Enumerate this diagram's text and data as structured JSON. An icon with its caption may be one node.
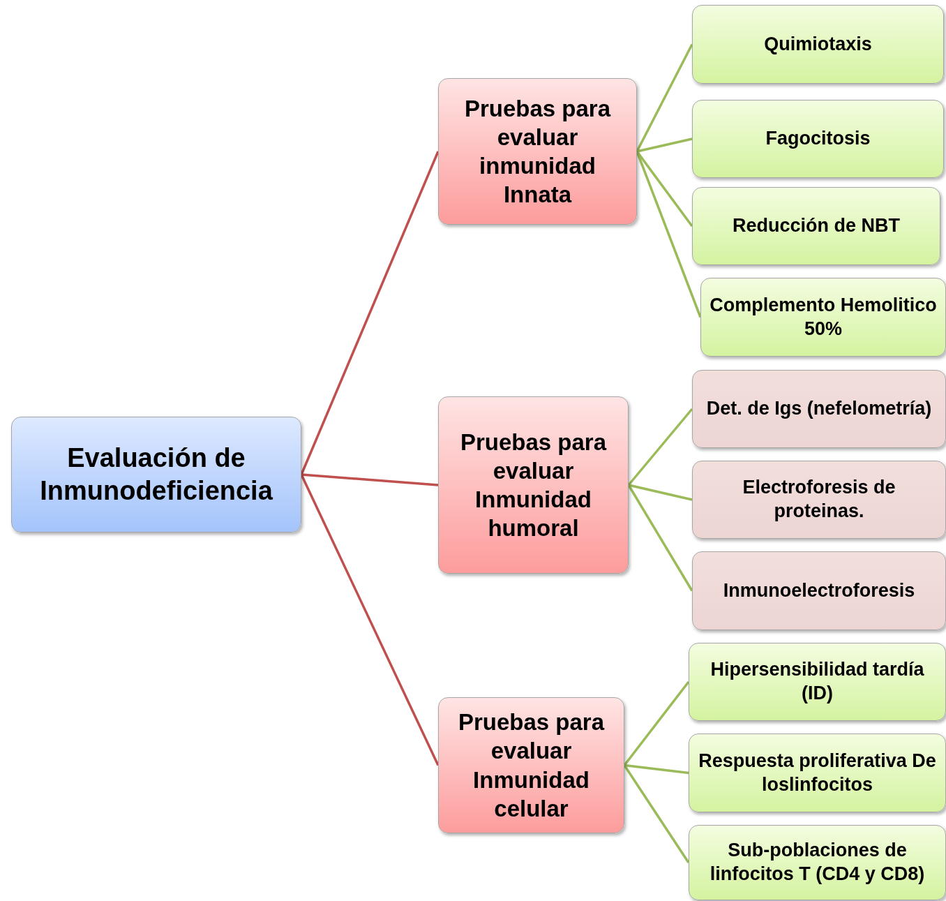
{
  "diagram": {
    "nodes": [
      {
        "text": [
          "Evaluación de Inmunodeficiencia"
        ]
      },
      {
        "text": [
          "Pruebas para evaluar inmunidad Innata"
        ]
      },
      {
        "text": [
          "Pruebas para evaluar Inmunidad humoral"
        ]
      },
      {
        "text": [
          "Pruebas para evaluar Inmunidad celular"
        ]
      },
      {
        "text": [
          "Quimiotaxis"
        ]
      },
      {
        "text": [
          "Fagocitosis"
        ]
      },
      {
        "text": [
          "Reducción de NBT"
        ]
      },
      {
        "text": [
          "Complemento Hemolitico 50%"
        ]
      },
      {
        "text": [
          "Det. de Igs (nefelometría)"
        ]
      },
      {
        "text": [
          "Electroforesis de proteinas."
        ]
      },
      {
        "text": [
          "Inmunoelectroforesis"
        ]
      },
      {
        "text": [
          "Hipersensibilidad tardía (ID)"
        ]
      },
      {
        "text": [
          "Respuesta proliferativa De loslinfocitos"
        ]
      },
      {
        "text": [
          "Sub-poblaciones de linfocitos T (CD4 y CD8)"
        ]
      }
    ],
    "edges": [
      {
        "from": 0,
        "to": 1,
        "arrow": "none",
        "color": "#c0504d"
      },
      {
        "from": 0,
        "to": 2,
        "arrow": "none",
        "color": "#c0504d"
      },
      {
        "from": 0,
        "to": 3,
        "arrow": "none",
        "color": "#c0504d"
      },
      {
        "from": 1,
        "to": 4,
        "arrow": "none"
      },
      {
        "from": 1,
        "to": 5,
        "arrow": "none"
      },
      {
        "from": 1,
        "to": 6,
        "arrow": "none"
      },
      {
        "from": 1,
        "to": 7,
        "arrow": "none"
      },
      {
        "from": 2,
        "to": 8,
        "arrow": "none"
      },
      {
        "from": 2,
        "to": 9,
        "arrow": "none"
      },
      {
        "from": 2,
        "to": 10,
        "arrow": "none"
      },
      {
        "from": 3,
        "to": 11,
        "arrow": "none"
      },
      {
        "from": 3,
        "to": 12,
        "arrow": "none"
      },
      {
        "from": 3,
        "to": 13,
        "arrow": "none"
      }
    ]
  }
}
